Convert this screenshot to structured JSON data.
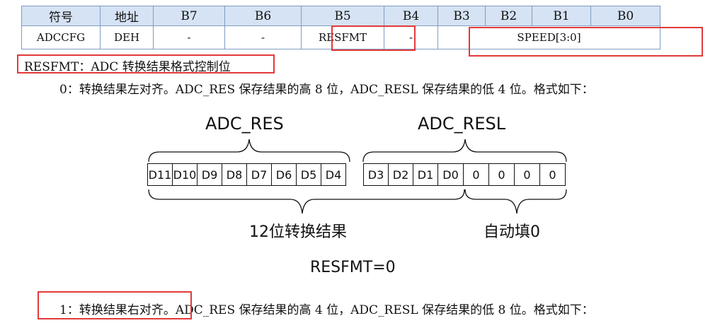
{
  "register_table": {
    "headers": [
      "符号",
      "地址",
      "B7",
      "B6",
      "B5",
      "B4",
      "B3",
      "B2",
      "B1",
      "B0"
    ],
    "row": {
      "symbol": "ADCCFG",
      "address": "DEH",
      "b7": "-",
      "b6": "-",
      "b5": "RESFMT",
      "b4": "-",
      "b3_b0": "SPEED[3:0]"
    }
  },
  "resfmt_heading": "RESFMT：ADC 转换结果格式控制位",
  "option0_text": "0：转换结果左对齐。ADC_RES 保存结果的高 8 位，ADC_RESL 保存结果的低 4 位。格式如下：",
  "diagram": {
    "adc_res_label": "ADC_RES",
    "adc_resl_label": "ADC_RESL",
    "res_bits": [
      "D11",
      "D10",
      "D9",
      "D8",
      "D7",
      "D6",
      "D5",
      "D4"
    ],
    "resl_bits": [
      "D3",
      "D2",
      "D1",
      "D0",
      "0",
      "0",
      "0",
      "0"
    ],
    "result_label": "12位转换结果",
    "fill_label": "自动填0",
    "format_caption": "RESFMT=0"
  },
  "option1": {
    "highlighted": "1：转换结果右对齐",
    "rest": "。ADC_RES 保存结果的高 4 位，ADC_RESL 保存结果的低 8 位。格式如下："
  },
  "colors": {
    "highlight_border": "#e23a3a",
    "header_bg": "#d6e3f4",
    "table_border": "#7f9cc3"
  }
}
